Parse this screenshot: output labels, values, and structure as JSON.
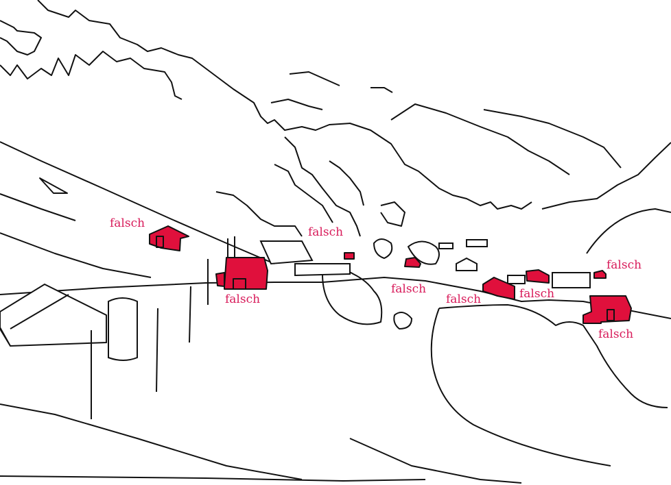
{
  "labels": [
    "falsch",
    "falsch",
    "falsch",
    "falsch",
    "falsch",
    "falsch",
    "falsch",
    "falsch"
  ],
  "colors": {
    "label": "#d81b5a",
    "house": "#e0103c",
    "line": "#111111"
  }
}
